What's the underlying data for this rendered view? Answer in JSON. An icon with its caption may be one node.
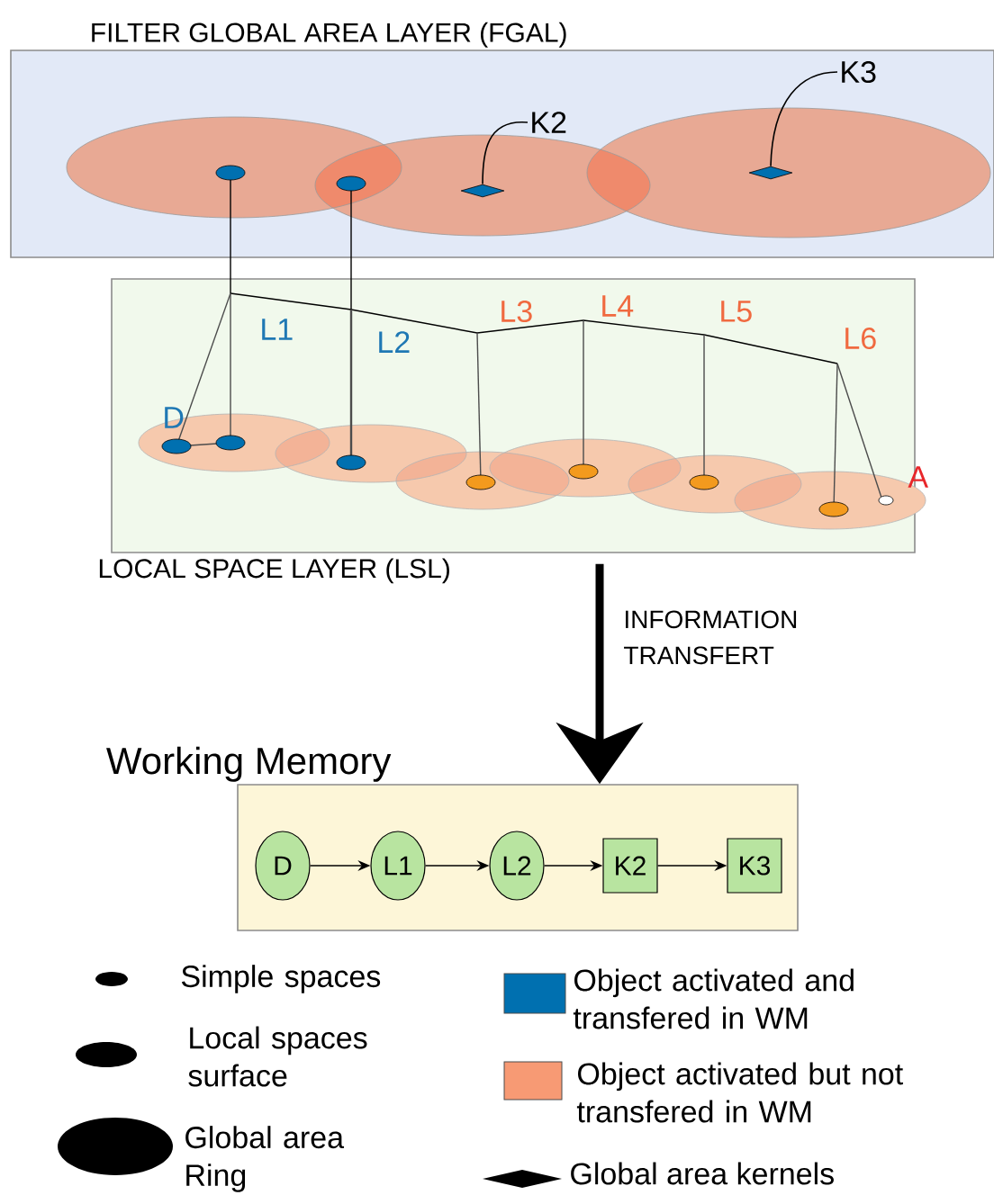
{
  "diagram": {
    "nodes": [
      {
        "text": [
          "FILTER GLOBAL AREA LAYER (FGAL)"
        ]
      },
      {
        "text": [
          "K3"
        ],
        "in": 0
      },
      {
        "text": [
          "K2"
        ],
        "in": 0
      },
      {
        "text": [],
        "shape": "diamond",
        "in": 0
      },
      {
        "text": [],
        "shape": "diamond",
        "in": 0
      },
      {
        "text": [
          "LOCAL SPACE LAYER (LSL)"
        ]
      },
      {
        "text": [
          "Working Memory"
        ]
      },
      {
        "text": [
          "D"
        ],
        "in": 6
      },
      {
        "text": [
          "L1"
        ],
        "in": 6
      },
      {
        "text": [
          "L2"
        ],
        "in": 6
      },
      {
        "text": [
          "K2"
        ],
        "in": 6
      },
      {
        "text": [
          "K3"
        ],
        "in": 6
      }
    ],
    "edges": [
      {
        "from": 2,
        "to": 3,
        "arrow": "none"
      },
      {
        "from": 1,
        "to": 4,
        "arrow": "none"
      },
      {
        "from": 5,
        "to": 6,
        "arrow": "to",
        "label": "INFORMATION TRANSFERT",
        "style": "thick"
      },
      {
        "from": 7,
        "to": 8,
        "arrow": "to"
      },
      {
        "from": 8,
        "to": 9,
        "arrow": "to"
      },
      {
        "from": 9,
        "to": 10,
        "arrow": "to"
      },
      {
        "from": 10,
        "to": 11,
        "arrow": "to"
      }
    ],
    "labels": [
      "D",
      "L1",
      "L2",
      "L3",
      "L4",
      "L5",
      "L6",
      "A"
    ],
    "legend": [
      {
        "text": "Simple spaces"
      },
      {
        "text": "Local spaces surface"
      },
      {
        "text": "Global area Ring"
      },
      {
        "text": "Object activated and transfered in WM",
        "color": "#0070b0"
      },
      {
        "text": "Object activated but not transfered in WM",
        "color": "#f79a74"
      },
      {
        "text": "Global area kernels"
      }
    ]
  }
}
